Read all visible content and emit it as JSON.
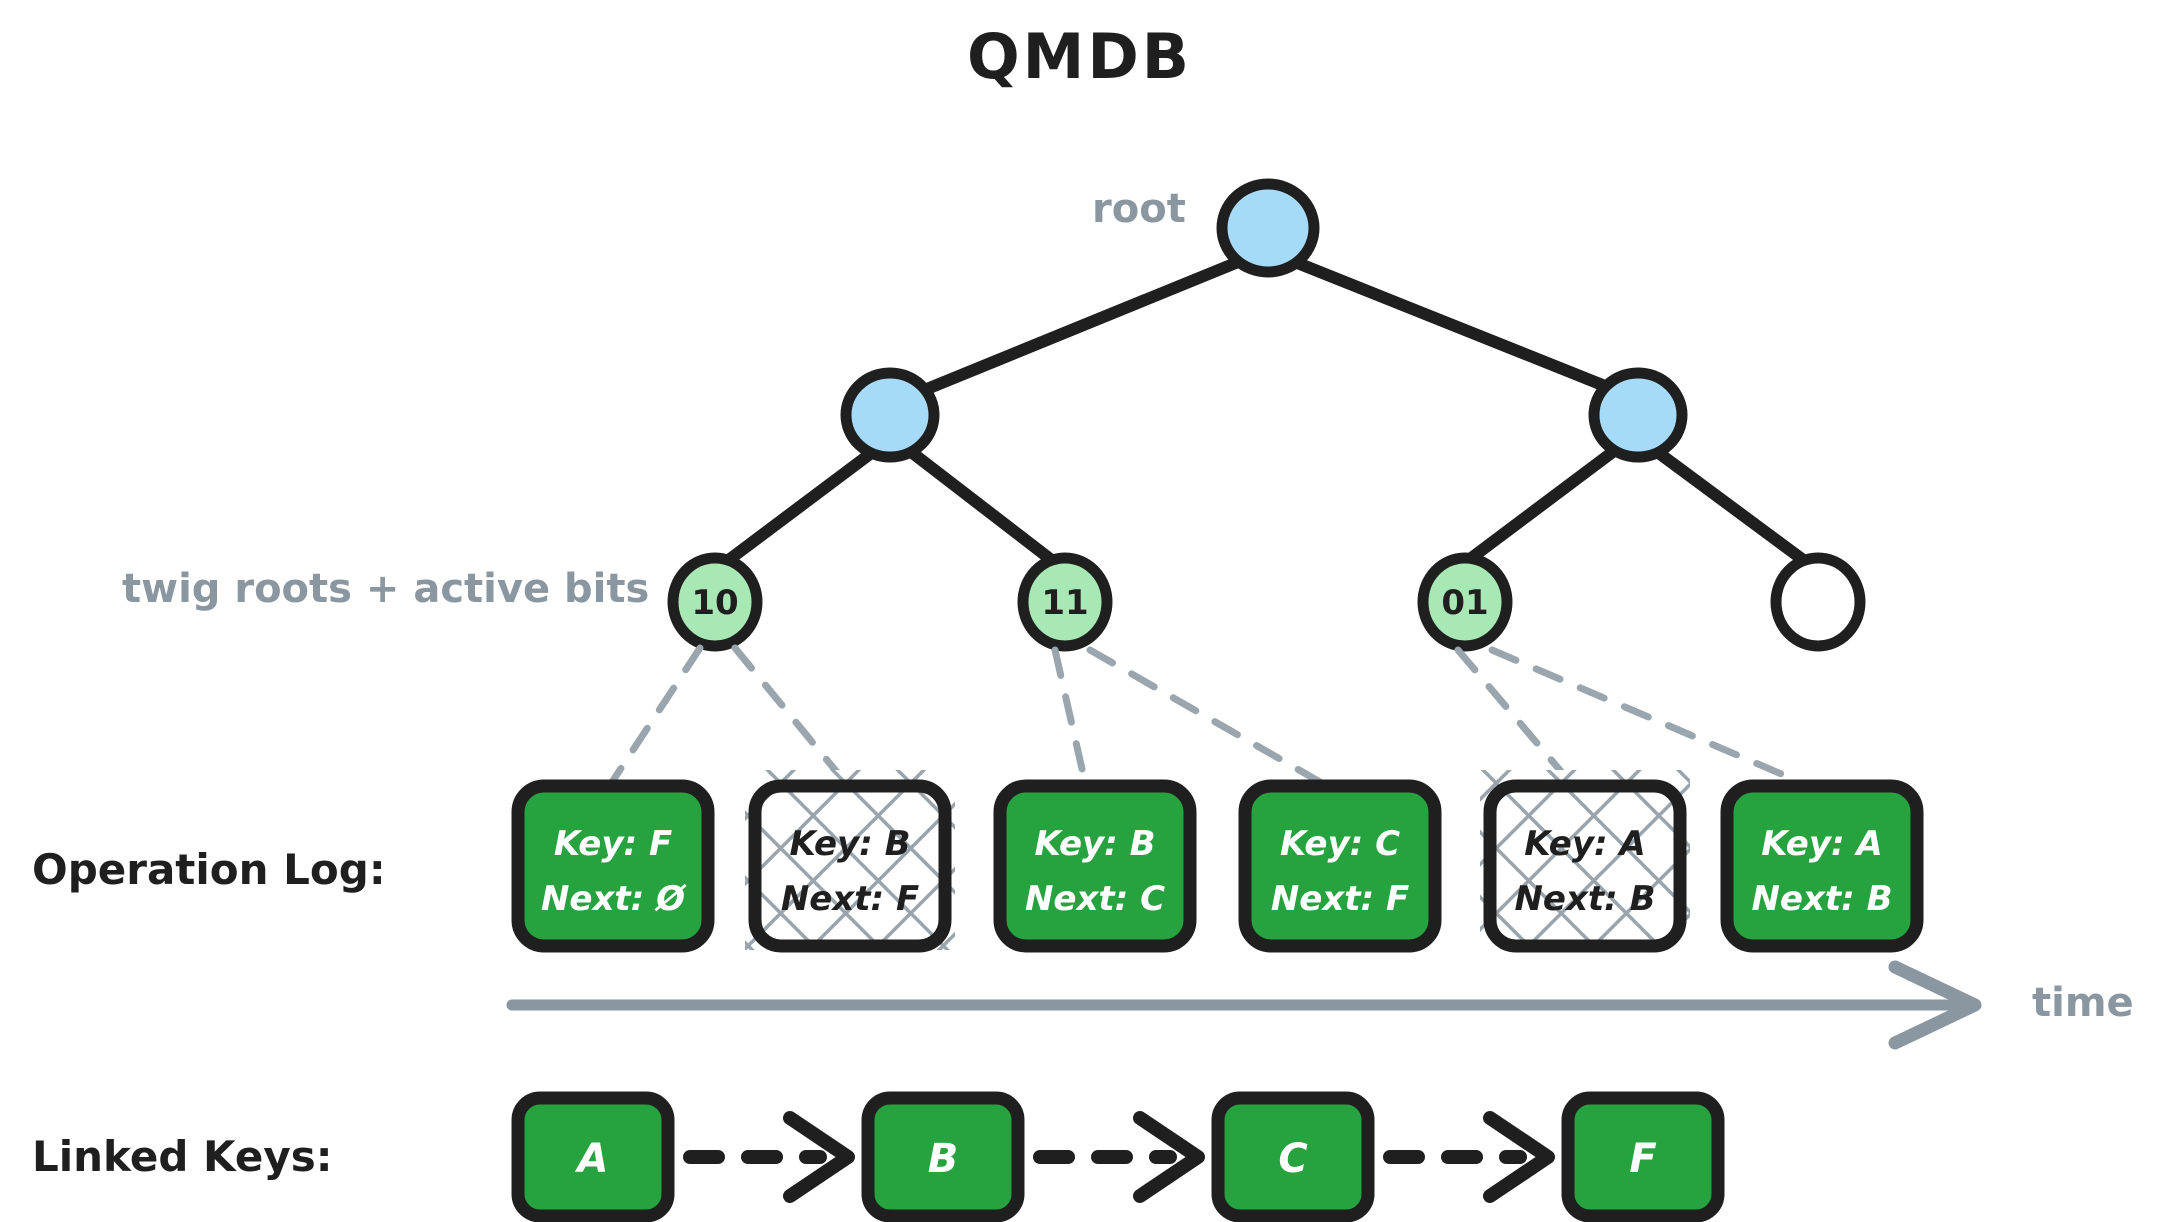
{
  "title": "QMDB",
  "labels": {
    "root": "root",
    "twig_roots": "twig roots + active bits",
    "operation_log": "Operation Log:",
    "linked_keys": "Linked Keys:",
    "time": "time"
  },
  "colors": {
    "node_blue": "#a5daf8",
    "node_green": "#a8e8b4",
    "node_white": "#ffffff",
    "box_green": "#26a33f",
    "outline": "#1f1f1f",
    "gray": "#8a97a0",
    "hatch": "#8a97a0",
    "text_white": "#ffffff",
    "background": "#ffffff"
  },
  "tree": {
    "root_node": {
      "label": "",
      "fill": "blue"
    },
    "internal_nodes": [
      {
        "label": "",
        "fill": "blue"
      },
      {
        "label": "",
        "fill": "blue"
      }
    ],
    "twig_nodes": [
      {
        "label": "10",
        "fill": "green"
      },
      {
        "label": "11",
        "fill": "green"
      },
      {
        "label": "01",
        "fill": "green"
      },
      {
        "label": "",
        "fill": "white"
      }
    ]
  },
  "operation_log": {
    "entries": [
      {
        "key_line": "Key: F",
        "next_line": "Next: Ø",
        "state": "active"
      },
      {
        "key_line": "Key: B",
        "next_line": "Next: F",
        "state": "inactive"
      },
      {
        "key_line": "Key: B",
        "next_line": "Next: C",
        "state": "active"
      },
      {
        "key_line": "Key: C",
        "next_line": "Next: F",
        "state": "active"
      },
      {
        "key_line": "Key: A",
        "next_line": "Next: B",
        "state": "inactive"
      },
      {
        "key_line": "Key: A",
        "next_line": "Next: B",
        "state": "active"
      }
    ]
  },
  "linked_keys": {
    "nodes": [
      {
        "label": "A"
      },
      {
        "label": "B"
      },
      {
        "label": "C"
      },
      {
        "label": "F"
      }
    ]
  }
}
